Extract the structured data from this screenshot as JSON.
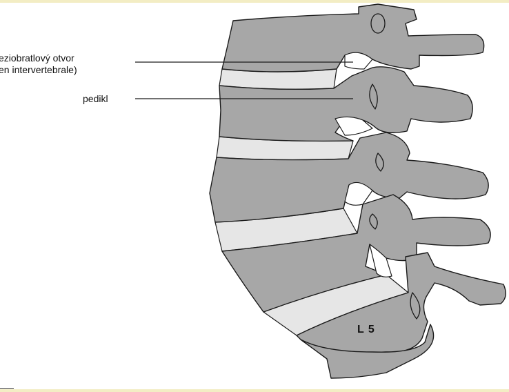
{
  "labels": {
    "foramen_line1": "eziobratlový otvor",
    "foramen_line2": "en intervertebrale)",
    "pedikl": "pedikl",
    "vertebra": "L 5"
  },
  "colors": {
    "bone_fill": "#a7a7a7",
    "disc_fill": "#e6e6e6",
    "outline": "#1a1a1a",
    "accent_bar": "#f3edc4",
    "background": "#ffffff"
  }
}
